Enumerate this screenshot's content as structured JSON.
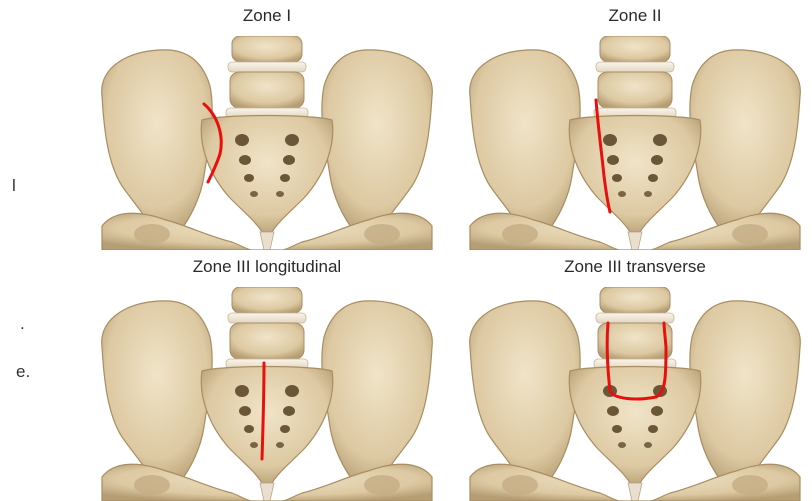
{
  "panels": [
    {
      "title": "Zone I",
      "highlight": "zone-1"
    },
    {
      "title": "Zone II",
      "highlight": "zone-2"
    },
    {
      "title": "Zone III longitudinal",
      "highlight": "zone-3-longitudinal"
    },
    {
      "title": "Zone III transverse",
      "highlight": "zone-3-transverse"
    }
  ],
  "margin_text": [
    "l",
    ".",
    "e."
  ],
  "colors": {
    "bone": "#e6d7b6",
    "bone_shadow": "#b9a27a",
    "bone_dark": "#6b5638",
    "disc": "#f3ece0",
    "highlight": "#e8100d",
    "background": "#ffffff"
  }
}
